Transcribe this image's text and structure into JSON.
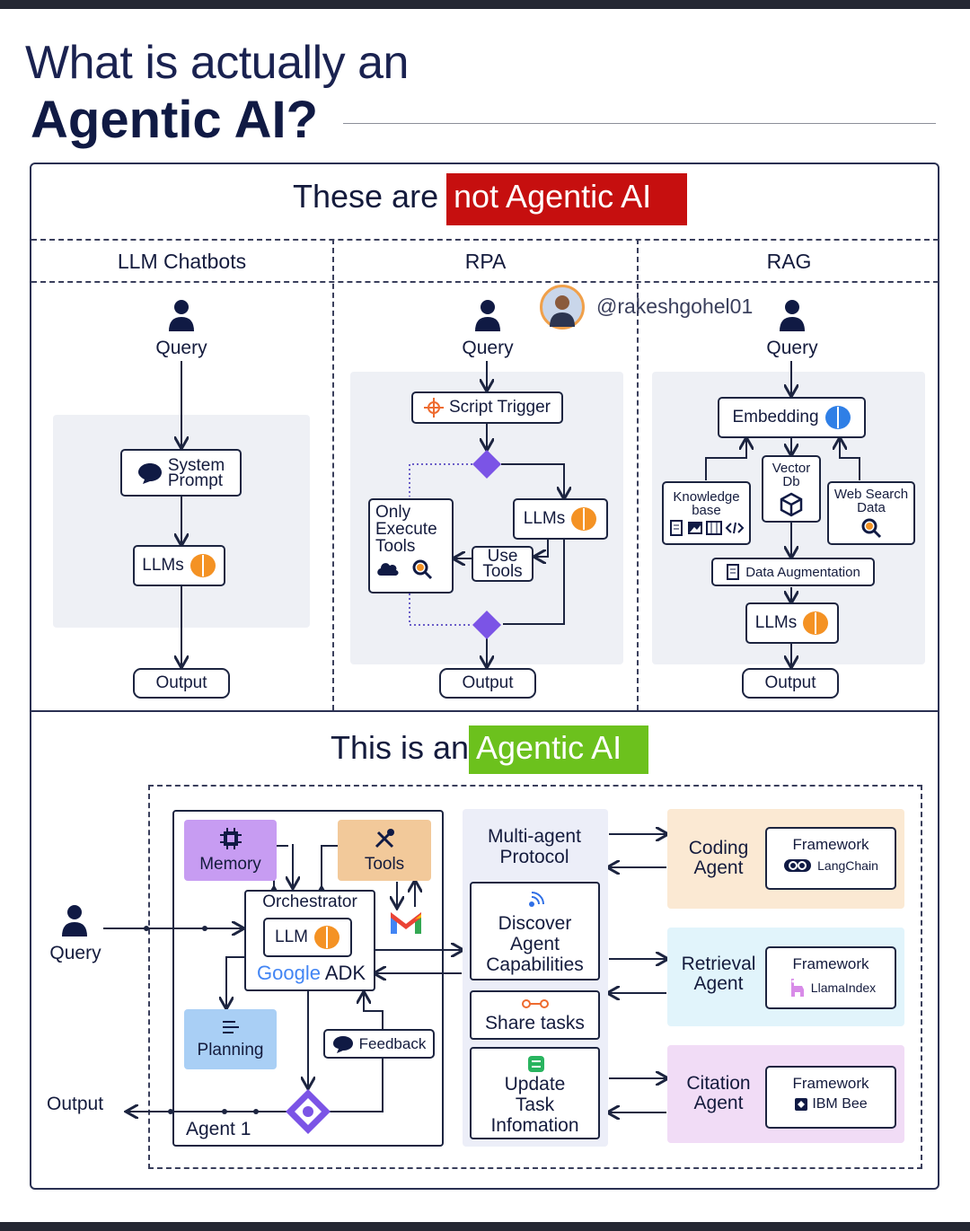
{
  "title": {
    "line1": "What is actually an",
    "line2": "Agentic AI?"
  },
  "top": {
    "heading_prefix": "These are",
    "heading_highlight": "not Agentic AI",
    "highlight_color": "#c60f0f",
    "handle": "@rakeshgohel01",
    "columns": {
      "chatbots": {
        "title": "LLM Chatbots",
        "query": "Query",
        "system_prompt": "System\nPrompt",
        "llms": "LLMs",
        "output": "Output"
      },
      "rpa": {
        "title": "RPA",
        "query": "Query",
        "script_trigger": "Script Trigger",
        "only_execute": "Only\nExecute\nTools",
        "llms": "LLMs",
        "use_tools": "Use\nTools",
        "output": "Output"
      },
      "rag": {
        "title": "RAG",
        "query": "Query",
        "embedding": "Embedding",
        "knowledge_base": "Knowledge\nbase",
        "vector_db": "Vector\nDb",
        "web_search": "Web Search\nData",
        "data_augmentation": "Data Augmentation",
        "llms": "LLMs",
        "output": "Output"
      }
    }
  },
  "bottom": {
    "heading_prefix": "This is an",
    "heading_highlight": "Agentic AI",
    "highlight_color": "#6cc11d",
    "query": "Query",
    "output": "Output",
    "memory": "Memory",
    "tools": "Tools",
    "orchestrator": "Orchestrator",
    "llm": "LLM",
    "google": "Google",
    "adk": "ADK",
    "planning": "Planning",
    "feedback": "Feedback",
    "agent1": "Agent 1",
    "protocol": "Multi-agent\nProtocol",
    "discover": "Discover\nAgent\nCapabilities",
    "share": "Share tasks",
    "update": "Update\nTask\nInfomation",
    "agents": [
      {
        "name": "Coding\nAgent",
        "framework_label": "Framework",
        "framework": "LangChain",
        "color": "#fbe9d3"
      },
      {
        "name": "Retrieval\nAgent",
        "framework_label": "Framework",
        "framework": "LlamaIndex",
        "color": "#e1f4fb"
      },
      {
        "name": "Citation\nAgent",
        "framework_label": "Framework",
        "framework": "IBM Bee",
        "color": "#f1dcf6"
      }
    ]
  }
}
